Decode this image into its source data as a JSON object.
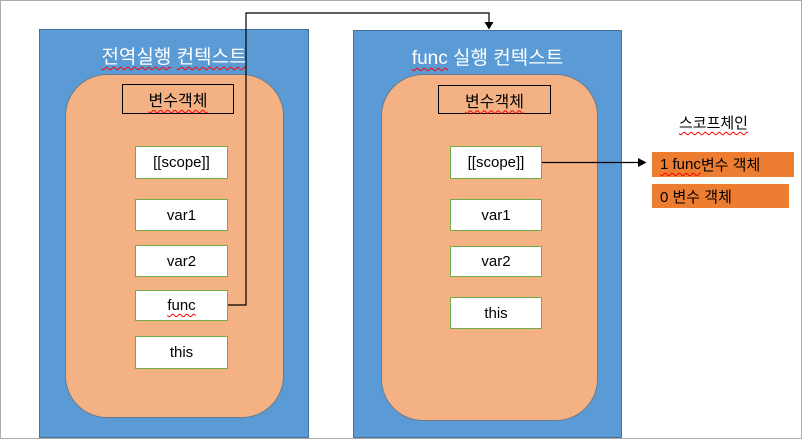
{
  "colors": {
    "context_fill": "#5b9bd5",
    "context_stroke": "#41719c",
    "inner_fill": "#f4b183",
    "inner_stroke": "#6b7b8d",
    "item_fill": "#ffffff",
    "item_stroke": "#70ad47",
    "vo_stroke": "#000000",
    "chain_fill": "#ed7d31",
    "connector": "#000000",
    "title_color": "#ffffff",
    "text_color": "#000000",
    "spell_color": "#ff0000",
    "frame_color": "#ababab"
  },
  "global_context": {
    "title_segments": [
      {
        "text": "전역실행",
        "wavy": true
      },
      {
        "text": " ",
        "wavy": false
      },
      {
        "text": "컨텍스트",
        "wavy": true
      }
    ],
    "vo_label_segments": [
      {
        "text": "변수객체",
        "wavy": true
      }
    ],
    "items": [
      {
        "segments": [
          {
            "text": "[[scope]]",
            "wavy": false
          }
        ]
      },
      {
        "segments": [
          {
            "text": "var1",
            "wavy": false
          }
        ]
      },
      {
        "segments": [
          {
            "text": "var2",
            "wavy": false
          }
        ]
      },
      {
        "segments": [
          {
            "text": "func",
            "wavy": true
          }
        ]
      },
      {
        "segments": [
          {
            "text": "this",
            "wavy": false
          }
        ]
      }
    ]
  },
  "func_context": {
    "title_segments": [
      {
        "text": "func",
        "wavy": true
      },
      {
        "text": " 실행 컨텍스트",
        "wavy": false
      }
    ],
    "vo_label_segments": [
      {
        "text": "변수객체",
        "wavy": true
      }
    ],
    "items": [
      {
        "segments": [
          {
            "text": "[[scope]]",
            "wavy": false
          }
        ]
      },
      {
        "segments": [
          {
            "text": "var1",
            "wavy": false
          }
        ]
      },
      {
        "segments": [
          {
            "text": "var2",
            "wavy": false
          }
        ]
      },
      {
        "segments": [
          {
            "text": "this",
            "wavy": false
          }
        ]
      }
    ]
  },
  "scope_chain": {
    "title_segments": [
      {
        "text": "스코프체인",
        "wavy": true
      }
    ],
    "entries": [
      {
        "segments": [
          {
            "text": "1 func",
            "wavy": true
          },
          {
            "text": " 변수 객체",
            "wavy": false
          }
        ]
      },
      {
        "segments": [
          {
            "text": "0 변수 객체",
            "wavy": false
          }
        ]
      }
    ]
  }
}
